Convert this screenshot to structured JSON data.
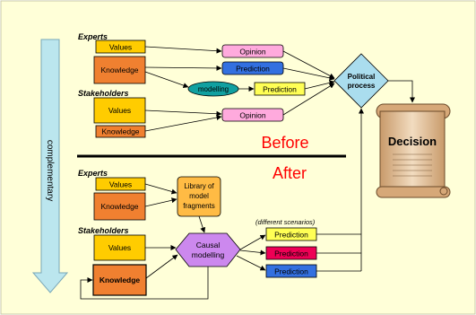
{
  "colors": {
    "panel_fill": "#ffffd8",
    "values_fill": "#ffcc00",
    "knowledge_fill": "#f08030",
    "opinion_fill": "#ffaadd",
    "prediction_fill": "#3370e0",
    "prediction_yellow": "#ffff55",
    "prediction_red": "#ee0055",
    "modelling_fill": "#11a0a0",
    "political_fill": "#aaddee",
    "causal_fill": "#cc88ee",
    "library_fill": "#ffbb44",
    "arrow_fill": "#bbe6ee",
    "before_after_text": "#ff0000"
  },
  "before": {
    "experts_label": "Experts",
    "values": "Values",
    "knowledge": "Knowledge",
    "opinion_1": "Opinion",
    "prediction_1": "Prediction",
    "modelling": "modelling",
    "prediction_2": "Prediction",
    "stakeholders_label": "Stakeholders",
    "values_2": "Values",
    "knowledge_2": "Knowledge",
    "opinion_2": "Opinion",
    "political_process": [
      "Political",
      "process"
    ],
    "section_title": "Before"
  },
  "decision": "Decision",
  "side_arrow_label": "complementary",
  "after": {
    "section_title": "After",
    "experts_label": "Experts",
    "values": "Values",
    "knowledge": "Knowledge",
    "library": [
      "Library of",
      "model",
      "fragments"
    ],
    "stakeholders_label": "Stakeholders",
    "values_2": "Values",
    "knowledge_2": "Knowledge",
    "causal": [
      "Causal",
      "modelling"
    ],
    "scenarios_note": "(different scenarios)",
    "prediction_1": "Prediction",
    "prediction_2": "Prediction",
    "prediction_3": "Prediction"
  }
}
